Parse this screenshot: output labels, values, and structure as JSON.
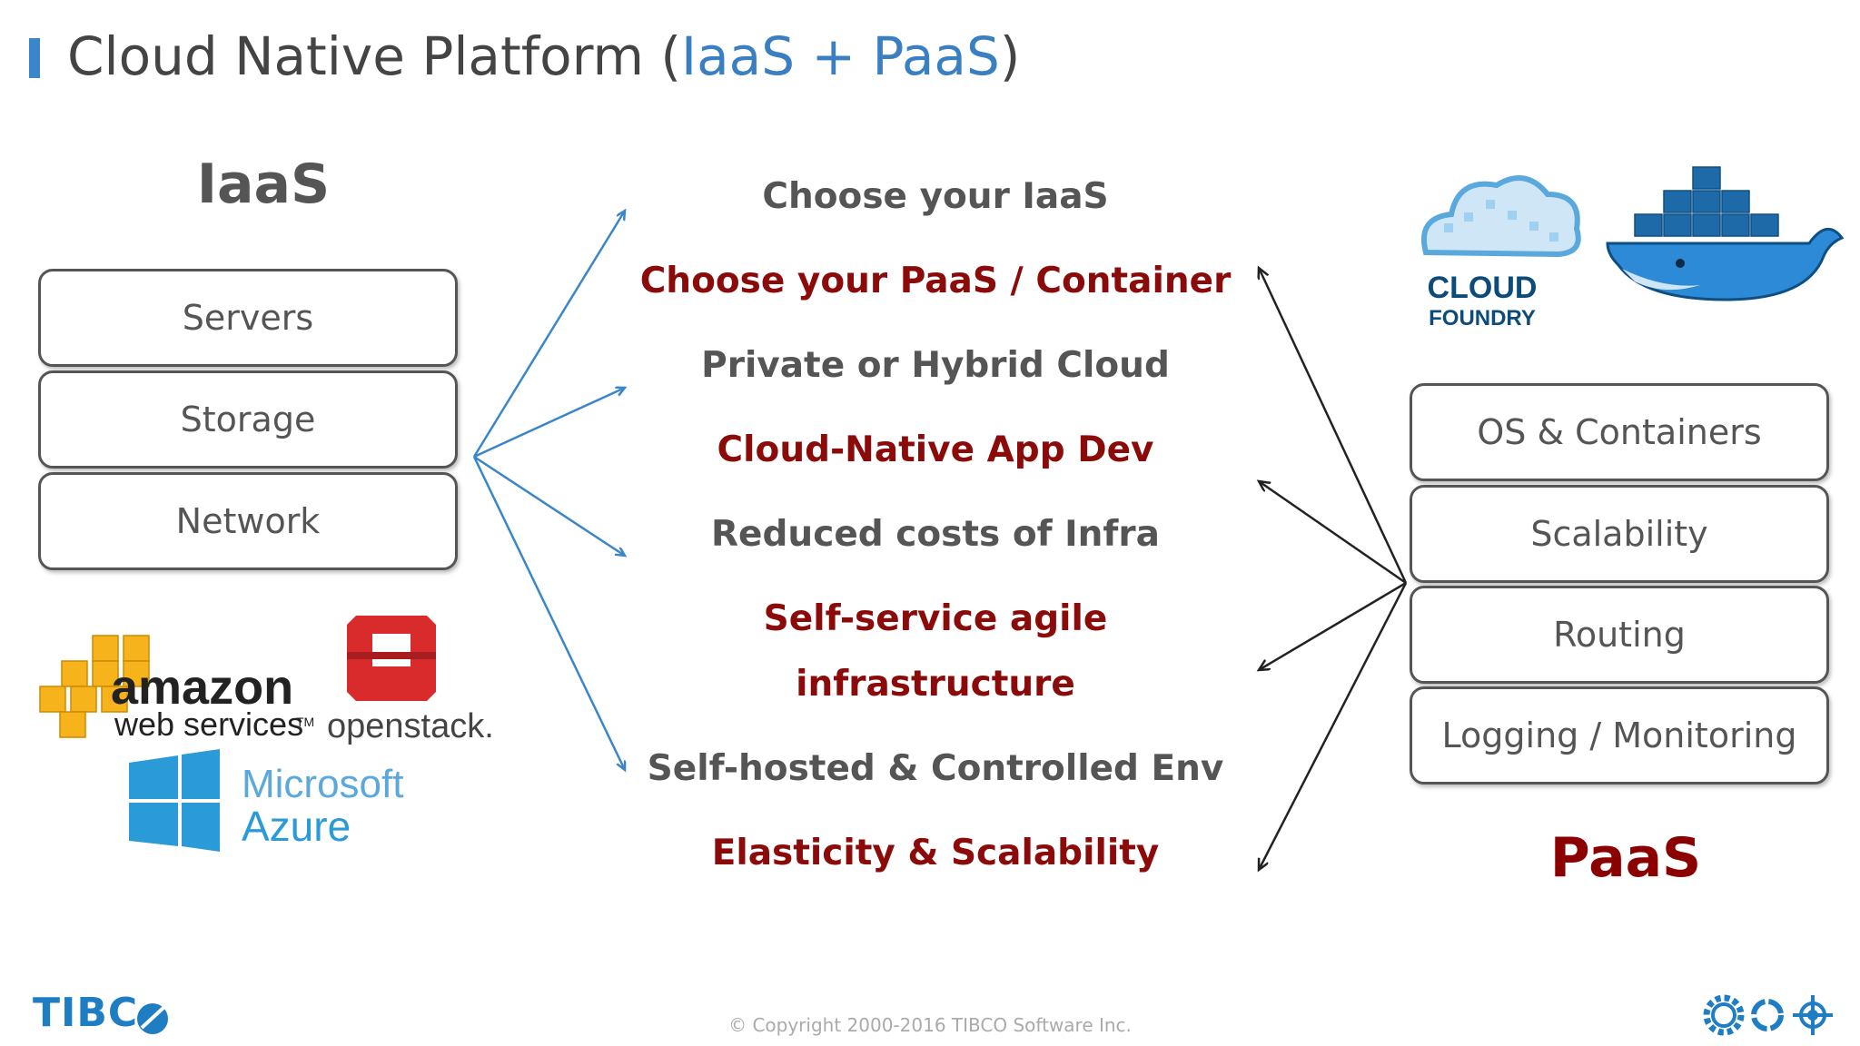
{
  "title": {
    "prefix": "Cloud Native Platform (",
    "accent": "IaaS + PaaS",
    "suffix": ")"
  },
  "iaas": {
    "heading": "IaaS",
    "boxes": [
      "Servers",
      "Storage",
      "Network"
    ],
    "logos": {
      "amazon_line1": "amazon",
      "amazon_line2": "web services",
      "amazon_tm": "TM",
      "openstack": "openstack.",
      "microsoft": "Microsoft",
      "azure": "Azure"
    }
  },
  "center": {
    "items": [
      "Choose your IaaS",
      "Choose your PaaS / Container",
      "Private or Hybrid Cloud",
      "Cloud-Native App Dev",
      "Reduced costs of Infra",
      "Self-service agile",
      "infrastructure",
      "Self-hosted & Controlled Env",
      "Elasticity & Scalability"
    ]
  },
  "paas": {
    "heading": "PaaS",
    "boxes": [
      "OS & Containers",
      "Scalability",
      "Routing",
      "Logging / Monitoring"
    ],
    "logos": {
      "cloud_foundry_line1": "CLOUD",
      "cloud_foundry_line2": "FOUNDRY",
      "docker": "docker-whale-logo"
    }
  },
  "footer": {
    "copyright": "© Copyright 2000-2016 TIBCO Software Inc.",
    "tibco": "TIBC",
    "icons": [
      "gear-icon",
      "circle-icon",
      "target-icon"
    ]
  },
  "colors": {
    "accent_blue": "#3a7fc1",
    "dark_red": "#8b0a0a",
    "text_grey": "#555555",
    "arrow_blue": "#3a86c8",
    "arrow_black": "#222222"
  }
}
